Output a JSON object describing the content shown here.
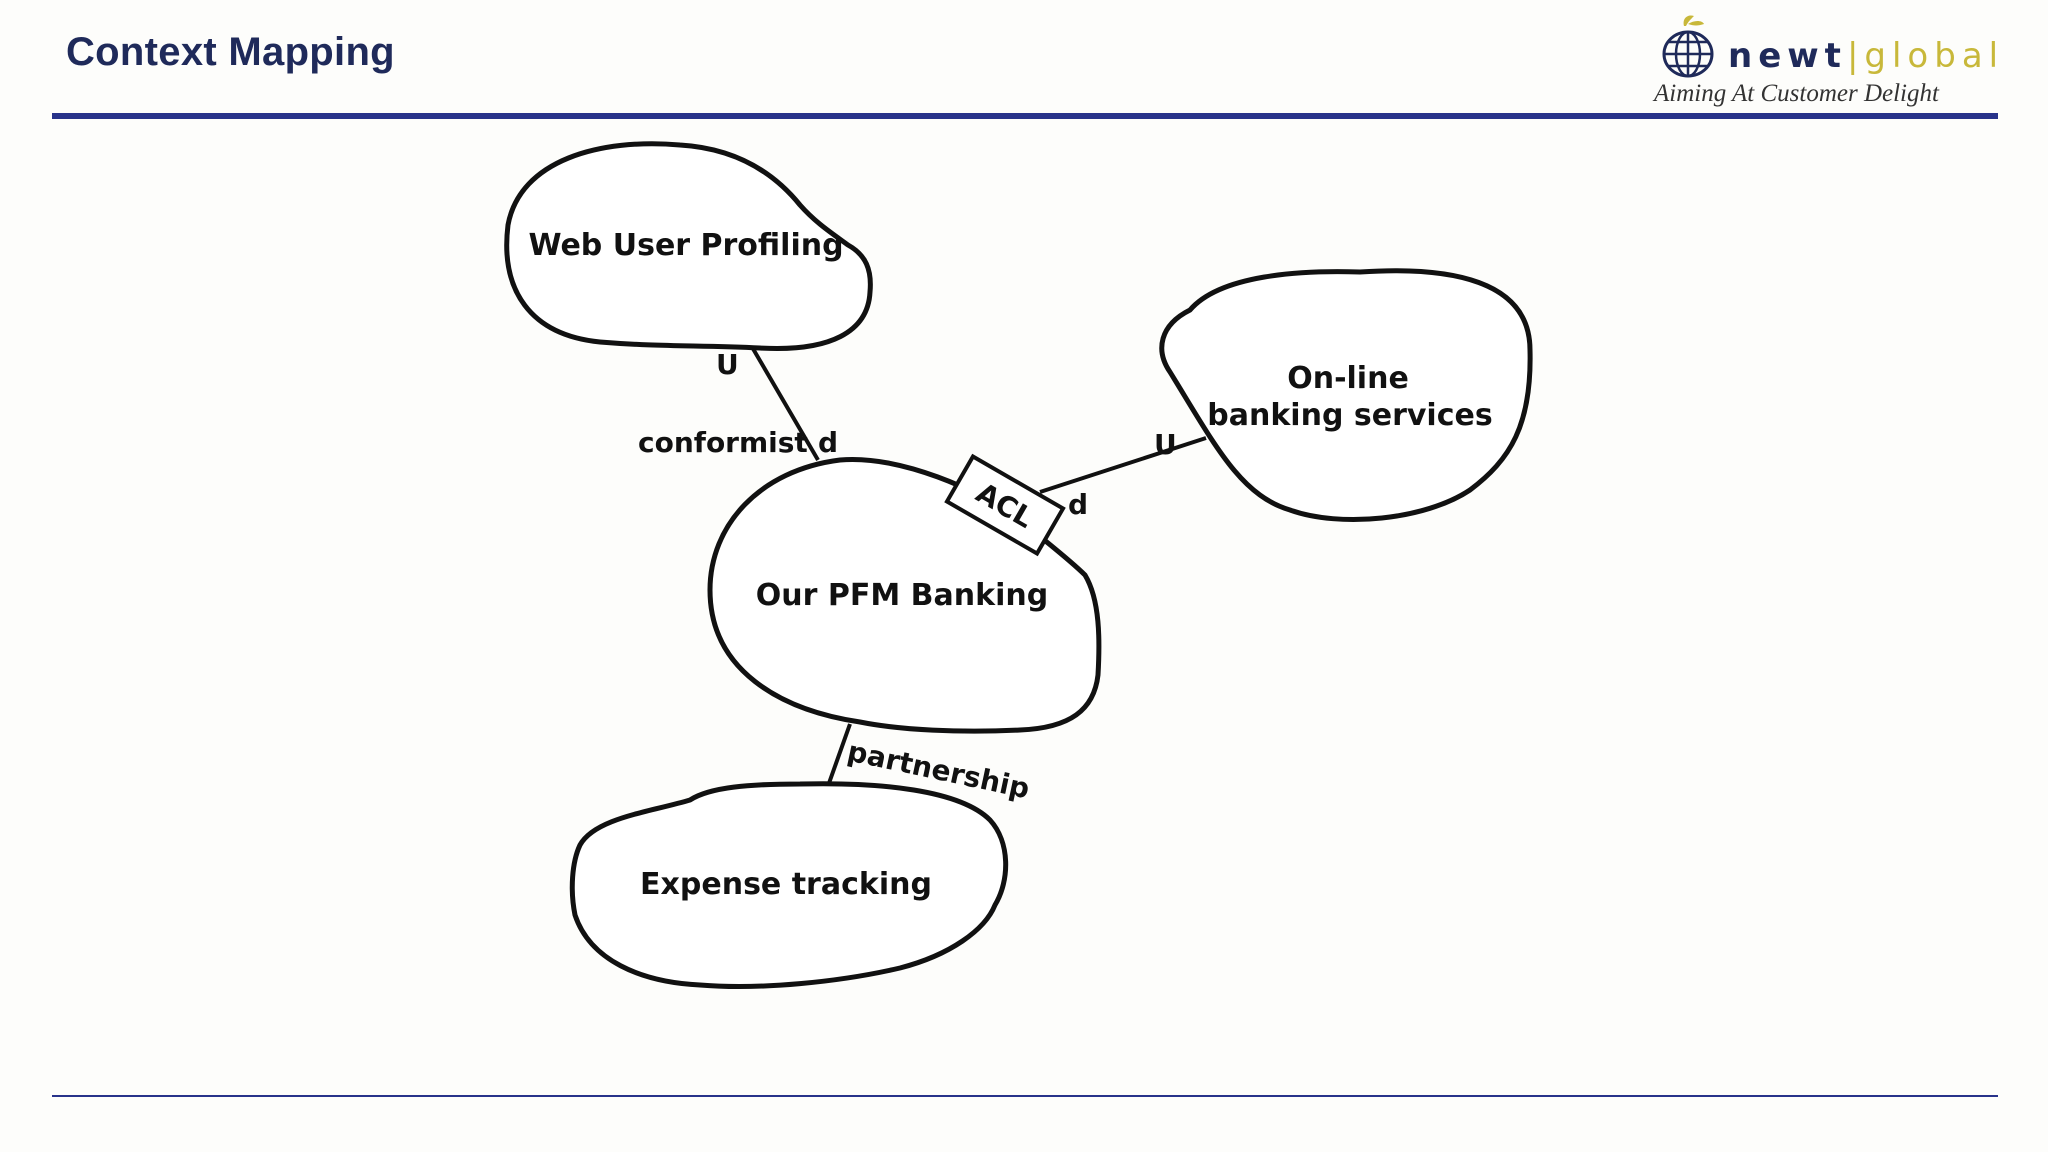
{
  "slide": {
    "title": "Context Mapping"
  },
  "logo": {
    "word_dark": "newt",
    "separator": "|",
    "word_light": "global",
    "tagline": "Aiming At Customer Delight",
    "colors": {
      "dark": "#1f2a5a",
      "light": "#c8b83a"
    }
  },
  "diagram": {
    "contexts": {
      "web_user_profiling": "Web User Profiling",
      "online_banking_line1": "On-line",
      "online_banking_line2": "banking services",
      "pfm_banking": "Our PFM Banking",
      "expense_tracking": "Expense tracking"
    },
    "relationships": {
      "conformist": "conformist",
      "partnership": "partnership",
      "acl": "ACL",
      "upstream": "U",
      "downstream": "d"
    }
  },
  "colors": {
    "rule": "#28338a",
    "title": "#1f2a5a"
  }
}
